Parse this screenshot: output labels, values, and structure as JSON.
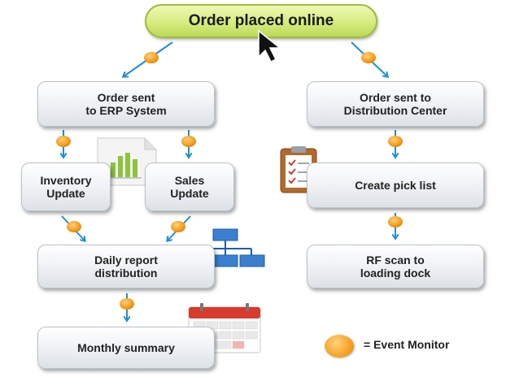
{
  "start": {
    "label": "Order placed online"
  },
  "boxes": {
    "erp": "Order sent\nto ERP System",
    "distribution_center": "Order sent to\nDistribution Center",
    "inventory": "Inventory\nUpdate",
    "sales": "Sales\nUpdate",
    "pick_list": "Create pick list",
    "daily_report": "Daily report\ndistribution",
    "rf_scan": "RF scan to\nloading dock",
    "monthly": "Monthly summary"
  },
  "legend": {
    "label": "= Event Monitor"
  },
  "colors": {
    "arrow": "#1f8fd6",
    "event_monitor": "#f59b1a",
    "start_fill": "#d4ea7a"
  }
}
